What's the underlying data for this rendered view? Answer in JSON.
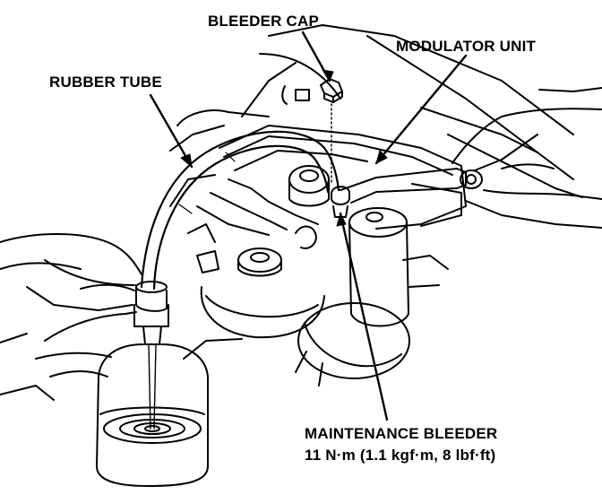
{
  "labels": {
    "bleeder_cap": "BLEEDER CAP",
    "modulator_unit": "MODULATOR UNIT",
    "rubber_tube": "RUBBER TUBE",
    "maintenance_bleeder": "MAINTENANCE BLEEDER",
    "torque_spec": "11 N·m (1.1 kgf·m, 8 lbf·ft)"
  },
  "colors": {
    "ink": "#000000",
    "paper": "#ffffff"
  }
}
